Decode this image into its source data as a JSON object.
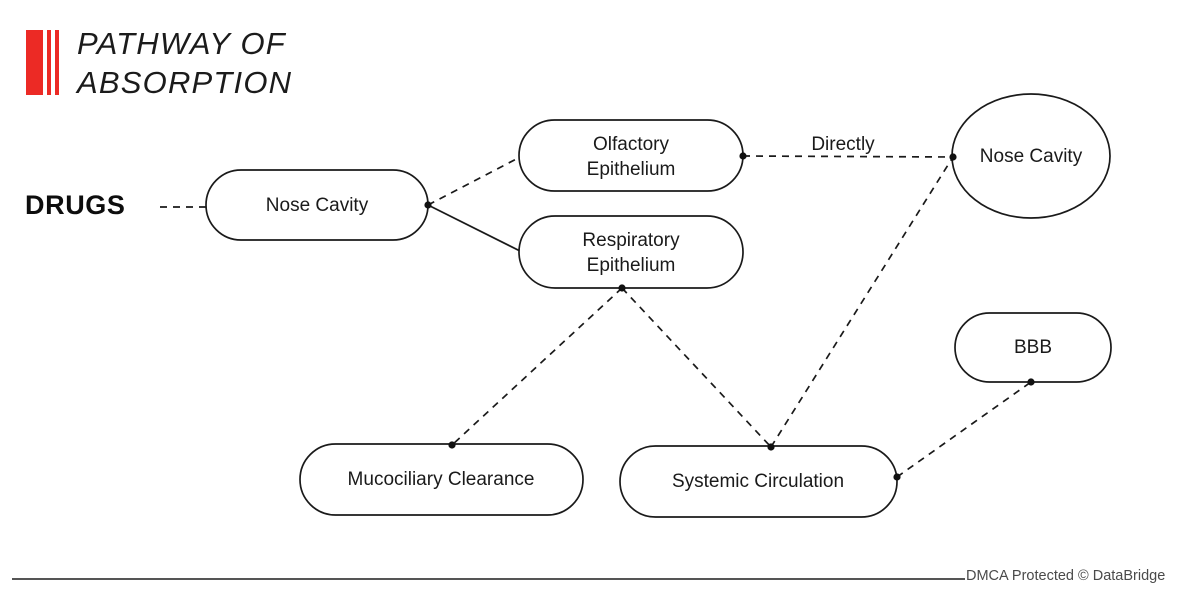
{
  "brand": {
    "mark_name": "databridge-bars-logo",
    "accent_color": "#ec2a25",
    "title_line1": "PATHWAY OF",
    "title_line2": "ABSORPTION"
  },
  "source_label": "DRUGS",
  "diagram": {
    "nodes": [
      {
        "id": "nose-cavity-start",
        "label": "Nose Cavity",
        "shape": "rounded-rect"
      },
      {
        "id": "olfactory-epithelium",
        "label_line1": "Olfactory",
        "label_line2": "Epithelium",
        "shape": "rounded-rect"
      },
      {
        "id": "respiratory-epithelium",
        "label_line1": "Respiratory",
        "label_line2": "Epithelium",
        "shape": "rounded-rect"
      },
      {
        "id": "nose-cavity-target",
        "label": "Nose Cavity",
        "shape": "ellipse"
      },
      {
        "id": "bbb",
        "label": "BBB",
        "shape": "rounded-rect"
      },
      {
        "id": "mucociliary-clearance",
        "label": "Mucociliary Clearance",
        "shape": "rounded-rect"
      },
      {
        "id": "systemic-circulation",
        "label": "Systemic Circulation",
        "shape": "rounded-rect"
      }
    ],
    "edges": [
      {
        "id": "drugs-to-nose-cavity",
        "from": "DRUGS",
        "to": "Nose Cavity",
        "style": "dashed",
        "label": ""
      },
      {
        "id": "nose-cavity-to-olfactory",
        "from": "Nose Cavity",
        "to": "Olfactory Epithelium",
        "style": "dashed",
        "label": ""
      },
      {
        "id": "nose-cavity-to-respiratory",
        "from": "Nose Cavity",
        "to": "Respiratory Epithelium",
        "style": "solid",
        "label": ""
      },
      {
        "id": "olfactory-to-nose-cavity-target",
        "from": "Olfactory Epithelium",
        "to": "Nose Cavity",
        "style": "dashed",
        "label": "Directly"
      },
      {
        "id": "respiratory-to-mucociliary",
        "from": "Respiratory Epithelium",
        "to": "Mucociliary Clearance",
        "style": "dashed",
        "label": ""
      },
      {
        "id": "respiratory-to-systemic",
        "from": "Respiratory Epithelium",
        "to": "Systemic Circulation",
        "style": "dashed",
        "label": ""
      },
      {
        "id": "systemic-to-nose-cavity-target",
        "from": "Systemic Circulation",
        "to": "Nose Cavity",
        "style": "dashed",
        "label": ""
      },
      {
        "id": "systemic-to-bbb",
        "from": "Systemic Circulation",
        "to": "BBB",
        "style": "dashed",
        "label": ""
      }
    ],
    "edge_label_directly": "Directly"
  },
  "footer": {
    "credit": "DMCA Protected © DataBridge"
  }
}
